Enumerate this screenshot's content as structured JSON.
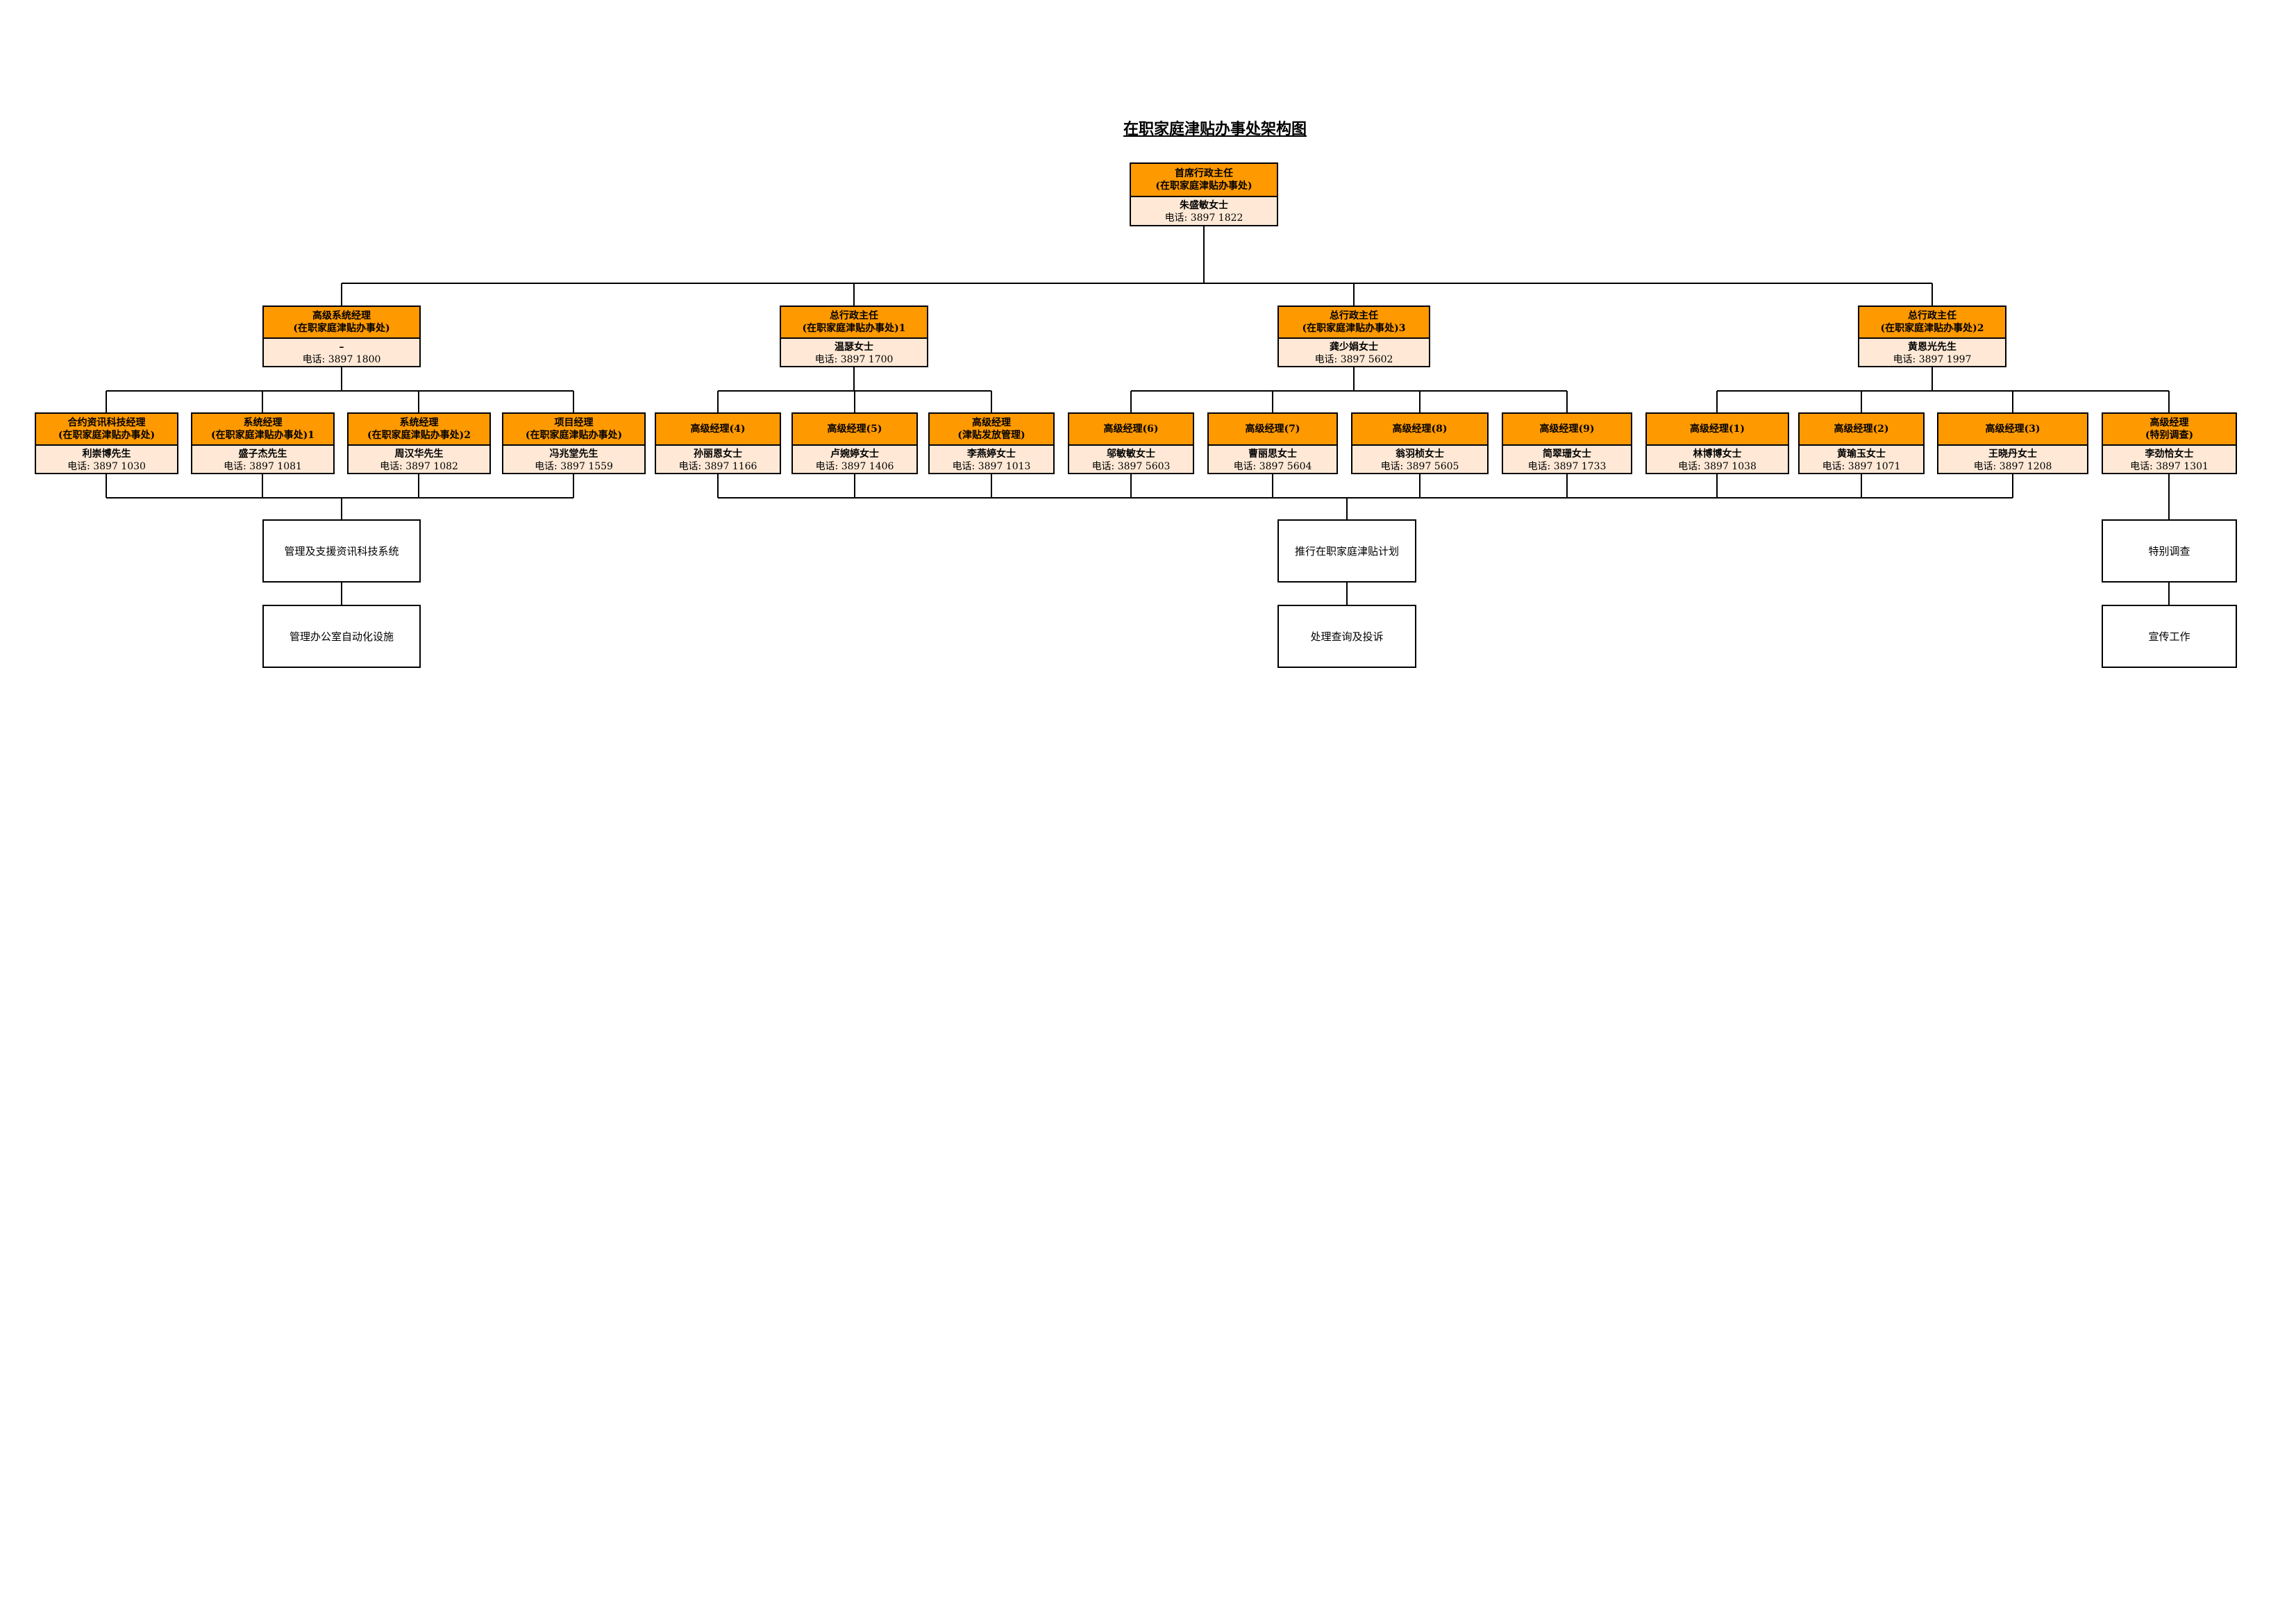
{
  "title": "在职家庭津贴办事处架构图",
  "chief": {
    "head": [
      "首席行政主任",
      "(在职家庭津贴办事处)"
    ],
    "name": "朱盛敏女士",
    "phone": "电话: 3897 1822"
  },
  "level2": [
    {
      "head": [
        "高级系统经理",
        "(在职家庭津贴办事处)"
      ],
      "name": "–",
      "phone": "电话: 3897 1800"
    },
    {
      "head": [
        "总行政主任",
        "(在职家庭津贴办事处)1"
      ],
      "name": "温瑟女士",
      "phone": "电话: 3897 1700"
    },
    {
      "head": [
        "总行政主任",
        "(在职家庭津贴办事处)3"
      ],
      "name": "龚少娟女士",
      "phone": "电话: 3897 5602"
    },
    {
      "head": [
        "总行政主任",
        "(在职家庭津贴办事处)2"
      ],
      "name": "黄恩光先生",
      "phone": "电话: 3897 1997"
    }
  ],
  "level3": [
    {
      "head": [
        "合约资讯科技经理",
        "(在职家庭津贴办事处)"
      ],
      "name": "利崇博先生",
      "phone": "电话: 3897 1030"
    },
    {
      "head": [
        "系统经理",
        "(在职家庭津贴办事处)1"
      ],
      "name": "盛子杰先生",
      "phone": "电话: 3897 1081"
    },
    {
      "head": [
        "系统经理",
        "(在职家庭津贴办事处)2"
      ],
      "name": "周汉华先生",
      "phone": "电话: 3897 1082"
    },
    {
      "head": [
        "项目经理",
        "(在职家庭津贴办事处)"
      ],
      "name": "冯兆堂先生",
      "phone": "电话: 3897 1559"
    },
    {
      "head": [
        "高级经理(4)"
      ],
      "name": "孙丽恩女士",
      "phone": "电话: 3897 1166"
    },
    {
      "head": [
        "高级经理(5)"
      ],
      "name": "卢婉婷女士",
      "phone": "电话: 3897 1406"
    },
    {
      "head": [
        "高级经理",
        "(津贴发放管理)"
      ],
      "name": "李燕婷女士",
      "phone": "电话: 3897 1013"
    },
    {
      "head": [
        "高级经理(6)"
      ],
      "name": "邬敏敏女士",
      "phone": "电话: 3897 5603"
    },
    {
      "head": [
        "高级经理(7)"
      ],
      "name": "曹丽思女士",
      "phone": "电话: 3897 5604"
    },
    {
      "head": [
        "高级经理(8)"
      ],
      "name": "翁羽桢女士",
      "phone": "电话: 3897 5605"
    },
    {
      "head": [
        "高级经理(9)"
      ],
      "name": "简翠珊女士",
      "phone": "电话: 3897 1733"
    },
    {
      "head": [
        "高级经理(1)"
      ],
      "name": "林博博女士",
      "phone": "电话: 3897 1038"
    },
    {
      "head": [
        "高级经理(2)"
      ],
      "name": "黄瑜玉女士",
      "phone": "电话: 3897 1071"
    },
    {
      "head": [
        "高级经理(3)"
      ],
      "name": "王晓丹女士",
      "phone": "电话: 3897 1208"
    },
    {
      "head": [
        "高级经理",
        "(特别调查)"
      ],
      "name": "李劲恰女士",
      "phone": "电话: 3897 1301"
    }
  ],
  "tasks": [
    "管理及支援资讯科技系统",
    "管理办公室自动化设施",
    "推行在职家庭津贴计划",
    "处理查询及投诉",
    "特别调查",
    "宣传工作"
  ]
}
